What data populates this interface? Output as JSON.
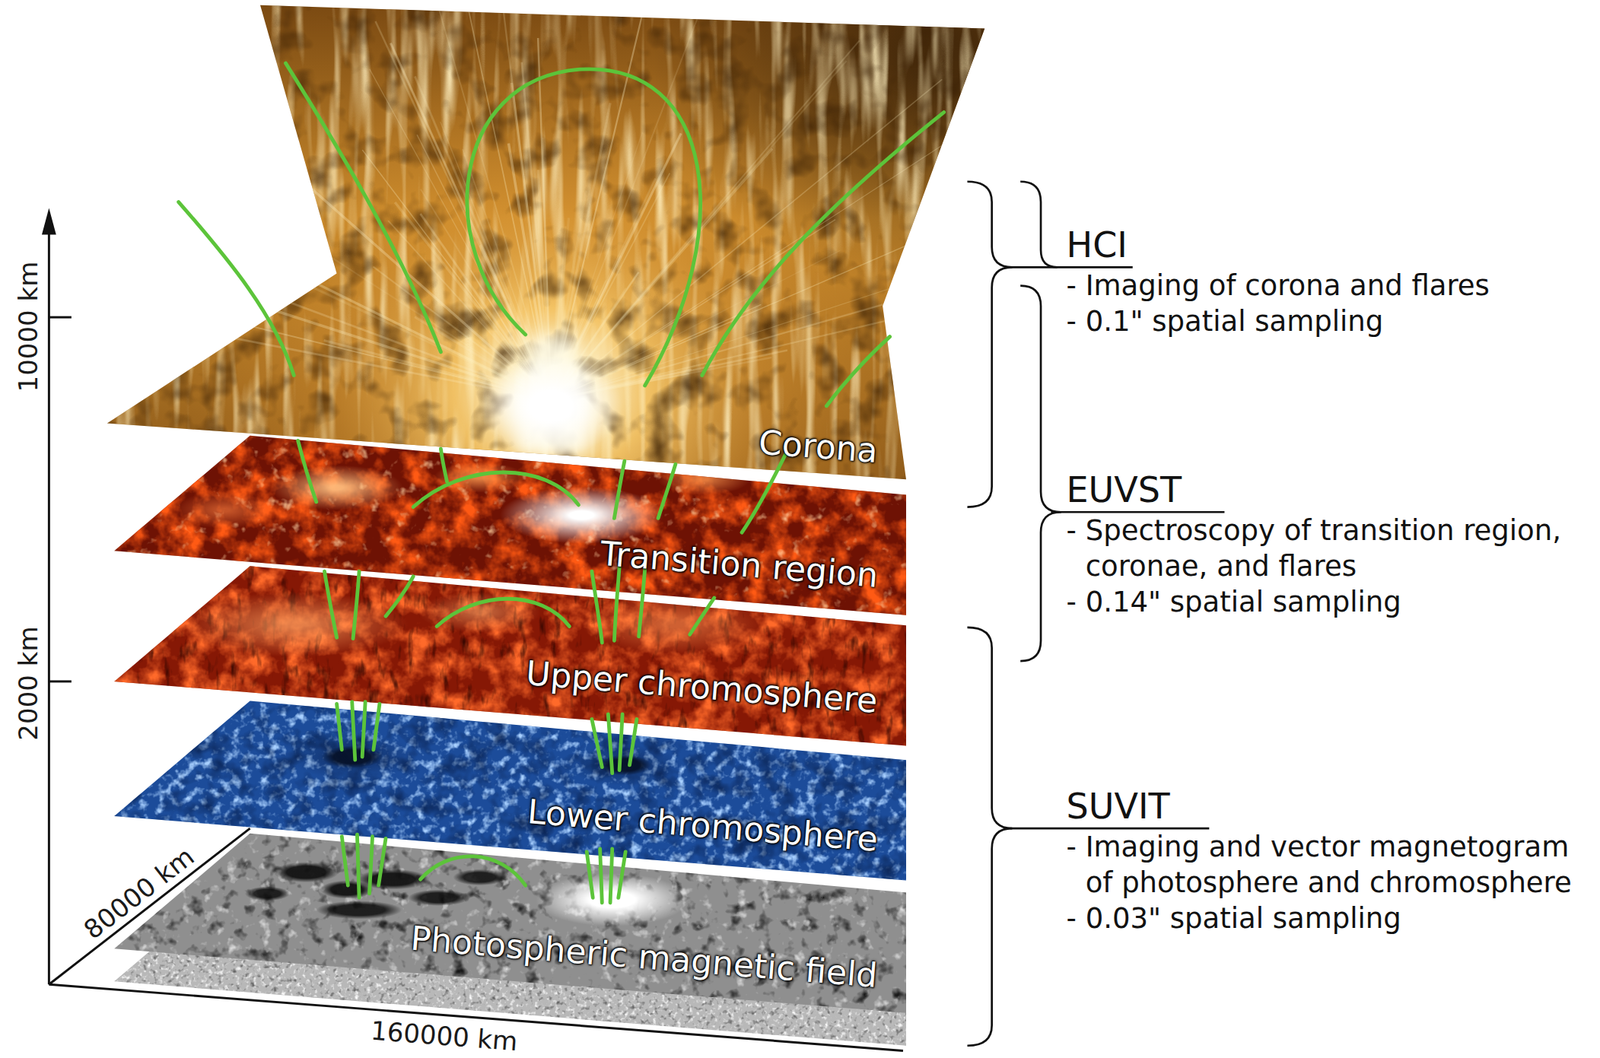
{
  "diagram": {
    "nodes": [
      {
        "text": [
          "Corona"
        ]
      },
      {
        "text": [
          "Transition region"
        ]
      },
      {
        "text": [
          "Upper chromosphere"
        ]
      },
      {
        "text": [
          "Lower chromosphere"
        ]
      },
      {
        "text": [
          "Photospheric magnetic field"
        ]
      }
    ],
    "labels": [
      "10000 km",
      "2000 km",
      "80000 km",
      "160000 km",
      "HCI",
      "- Imaging of corona and flares",
      "- 0.1\" spatial sampling",
      "EUVST",
      "- Spectroscopy of transition region, coronae, and flares",
      "- 0.14\" spatial sampling",
      "SUVIT",
      "- Imaging and vector magnetogram of photosphere and chromosphere",
      "- 0.03\" spatial sampling"
    ]
  }
}
